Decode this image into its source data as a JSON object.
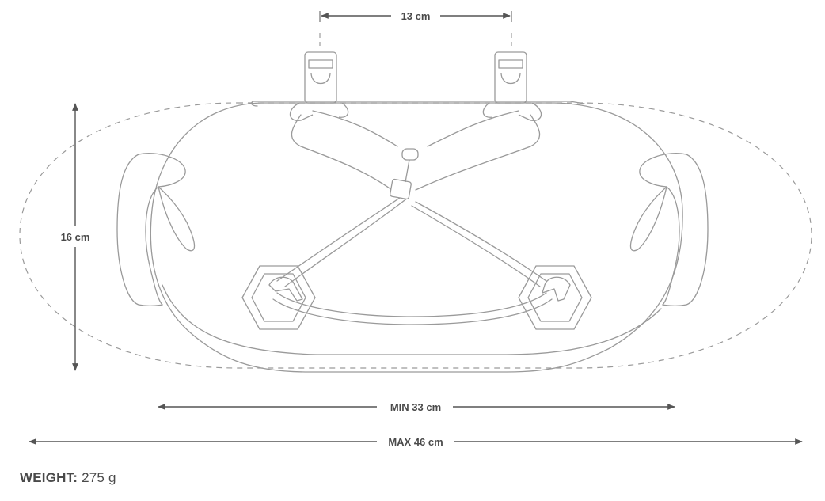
{
  "dimensions": {
    "strap_spacing": "13 cm",
    "height": "16 cm",
    "min_width": "MIN 33 cm",
    "max_width": "MAX 46 cm"
  },
  "weight": {
    "label": "WEIGHT:",
    "value": "275 g"
  },
  "colors": {
    "line": "#9a9a9a",
    "dimension": "#555555",
    "text": "#4a4a4a"
  }
}
